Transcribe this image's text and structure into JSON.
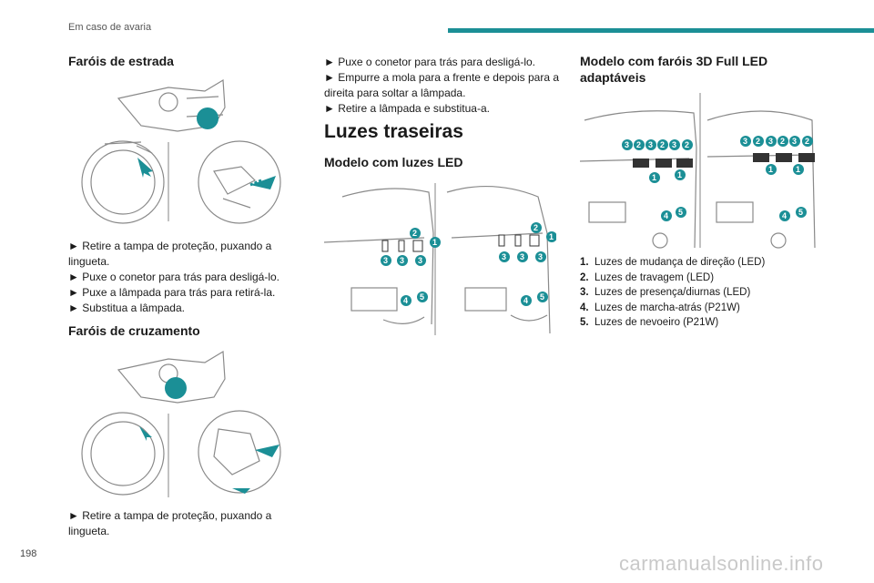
{
  "header": {
    "section_title": "Em caso de avaria"
  },
  "footer": {
    "page_number": "198",
    "watermark": "carmanualsonline.info"
  },
  "col1": {
    "heading_high": "Faróis de estrada",
    "high_steps": [
      "► Retire a tampa de proteção, puxando a lingueta.",
      "► Puxe o conetor para trás para desligá-lo.",
      "► Puxe a lâmpada para trás para retirá-la.",
      "► Substitua a lâmpada."
    ],
    "heading_low": "Faróis de cruzamento",
    "low_steps": [
      "► Retire a tampa de proteção, puxando a lingueta."
    ]
  },
  "col2": {
    "steps": [
      "► Puxe o conetor para trás para desligá-lo.",
      "► Empurre a mola para a frente e depois para a direita para soltar a lâmpada.",
      "► Retire a lâmpada e substitua-a."
    ],
    "title_rear": "Luzes traseiras",
    "heading_led": "Modelo com luzes LED"
  },
  "col3": {
    "heading_full_led_1": "Modelo com faróis 3D Full LED",
    "heading_full_led_2": "adaptáveis",
    "legend": [
      {
        "num": "1.",
        "text": "Luzes de mudança de direção (LED)"
      },
      {
        "num": "2.",
        "text": "Luzes de travagem (LED)"
      },
      {
        "num": "3.",
        "text": "Luzes de presença/diurnas (LED)"
      },
      {
        "num": "4.",
        "text": "Luzes de marcha-atrás (P21W)"
      },
      {
        "num": "5.",
        "text": "Luzes de nevoeiro (P21W)"
      }
    ]
  },
  "colors": {
    "accent": "#1b8f96",
    "line": "#8a8a8a"
  }
}
